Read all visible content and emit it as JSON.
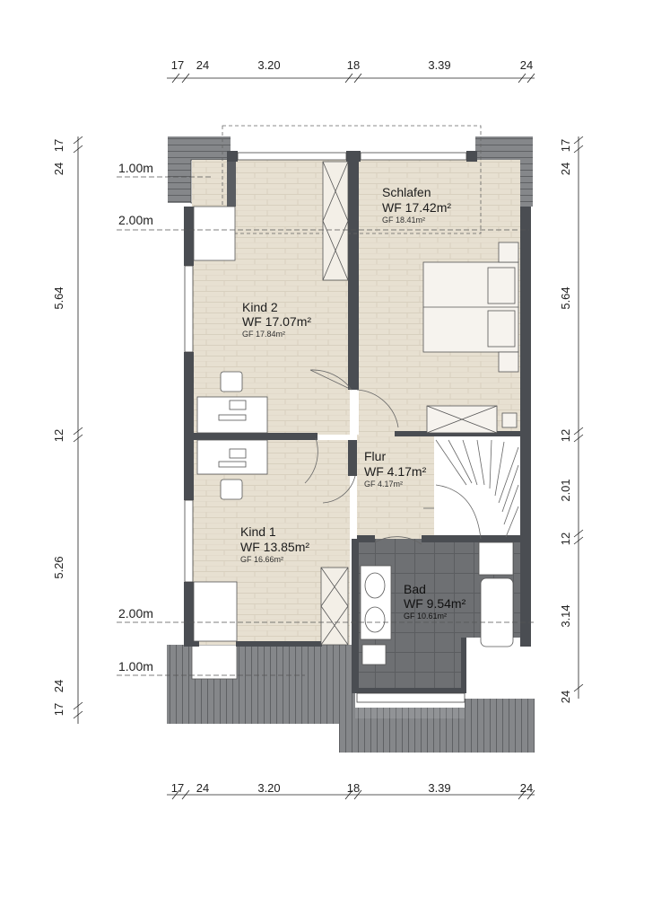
{
  "dimensions": {
    "top": [
      "17",
      "24",
      "3.20",
      "18",
      "3.39",
      "24"
    ],
    "bottom": [
      "17",
      "24",
      "3.20",
      "18",
      "3.39",
      "24"
    ],
    "left": [
      "24",
      "17",
      "5.64",
      "12",
      "5.26",
      "24",
      "17"
    ],
    "right": [
      "24",
      "17",
      "5.64",
      "12",
      "2.01",
      "12",
      "3.14",
      "24"
    ]
  },
  "levels": {
    "top_1m": "1.00m",
    "top_2m": "2.00m",
    "bottom_2m": "2.00m",
    "bottom_1m": "1.00m"
  },
  "rooms": {
    "schlafen": {
      "name": "Schlafen",
      "wf": "WF 17.42m²",
      "gf": "GF 18.41m²"
    },
    "kind2": {
      "name": "Kind 2",
      "wf": "WF 17.07m²",
      "gf": "GF 17.84m²"
    },
    "flur": {
      "name": "Flur",
      "wf": "WF 4.17m²",
      "gf": "GF 4.17m²"
    },
    "kind1": {
      "name": "Kind 1",
      "wf": "WF 13.85m²",
      "gf": "GF 16.66m²"
    },
    "bad": {
      "name": "Bad",
      "wf": "WF 9.54m²",
      "gf": "GF 10.61m²"
    }
  },
  "colors": {
    "wall": "#4a4d52",
    "floor_wood": "#e6dfd0",
    "floor_tile": "#6b6d70",
    "roof": "#7d7f82",
    "dimension": "#222222"
  }
}
